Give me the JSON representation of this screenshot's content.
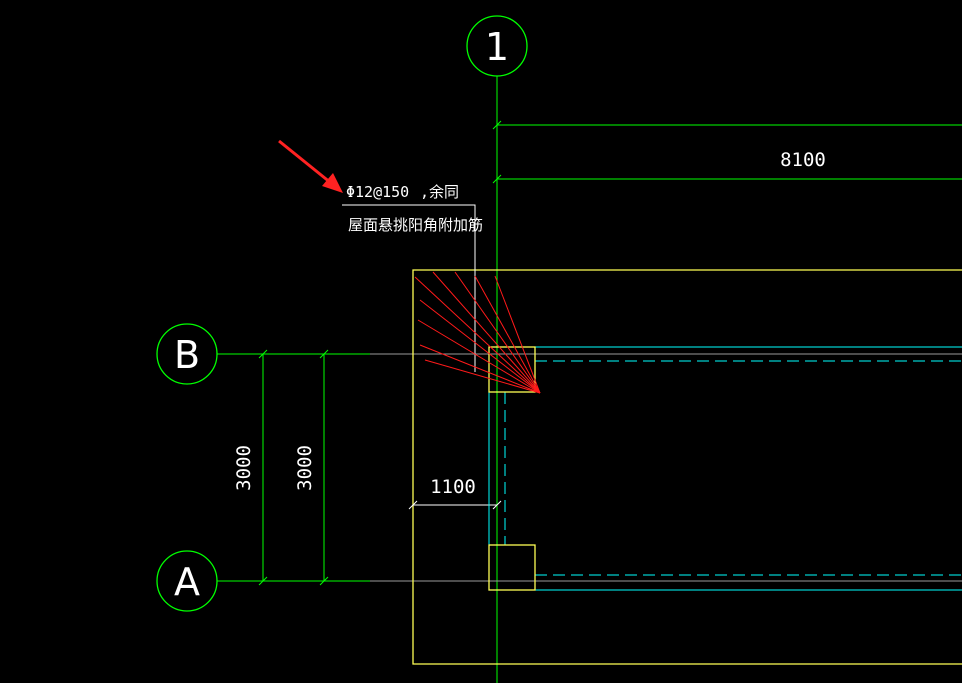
{
  "colors": {
    "background": "#000000",
    "axis_bubble": "#00ff00",
    "dimension": "#00ff00",
    "slab_outline": "#ffff55",
    "beam_line": "#00ffff",
    "rebar": "#ff0000",
    "text": "#ffffff",
    "arrow": "#ff2222"
  },
  "axes": {
    "axis_1": "1",
    "axis_b": "B",
    "axis_a": "A"
  },
  "dimensions": {
    "top_span": "8100",
    "left_span_1": "3000",
    "left_span_2": "3000",
    "cantilever": "1100"
  },
  "annotation": {
    "rebar_spec": "Φ12@150",
    "rebar_note": ",余同",
    "description": "屋面悬挑阳角附加筋"
  }
}
